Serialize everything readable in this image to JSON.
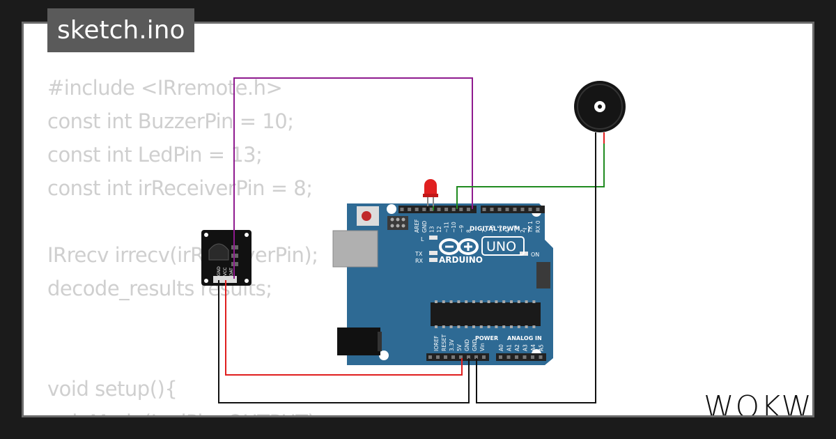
{
  "header": {
    "title": "sketch.ino"
  },
  "code_lines": [
    "#include <IRremote.h>",
    "const int BuzzerPin = 10;",
    "const int LedPin = 13;",
    "const int irReceiverPin = 8;",
    "",
    "IRrecv irrecv(irReceiverPin);",
    "decode_results results;",
    "",
    "",
    "void setup(){",
    "  pinMode(LedPin, OUTPUT);"
  ],
  "brand": {
    "name": "WOKWI"
  },
  "arduino": {
    "model": "UNO",
    "logo_text": "ARDUINO",
    "digital_header": "DIGITAL (PWM ~)",
    "on_label": "ON",
    "digital_pins": [
      "AREF",
      "GND",
      "13",
      "12",
      "~11",
      "~10",
      "~9",
      "8",
      "7",
      "~6",
      "~5",
      "4",
      "~3",
      "2",
      "TX 1",
      "RX 0"
    ],
    "led_labels": [
      "L",
      "TX",
      "RX"
    ],
    "power_header": "POWER",
    "analog_header": "ANALOG IN",
    "power_pins": [
      "IOREF",
      "RESET",
      "3.3V",
      "5V",
      "GND",
      "GND",
      "Vin"
    ],
    "analog_pins": [
      "A0",
      "A1",
      "A2",
      "A3",
      "A4",
      "A5"
    ]
  },
  "ir_receiver": {
    "pins": [
      "GND",
      "VCC",
      "DAT"
    ]
  },
  "colors": {
    "board": "#2e6a94",
    "wire_purple": "#8e1a8e",
    "wire_red": "#e01e1e",
    "wire_green": "#1f8a1f",
    "wire_black": "#111111",
    "led": "#e02020"
  }
}
